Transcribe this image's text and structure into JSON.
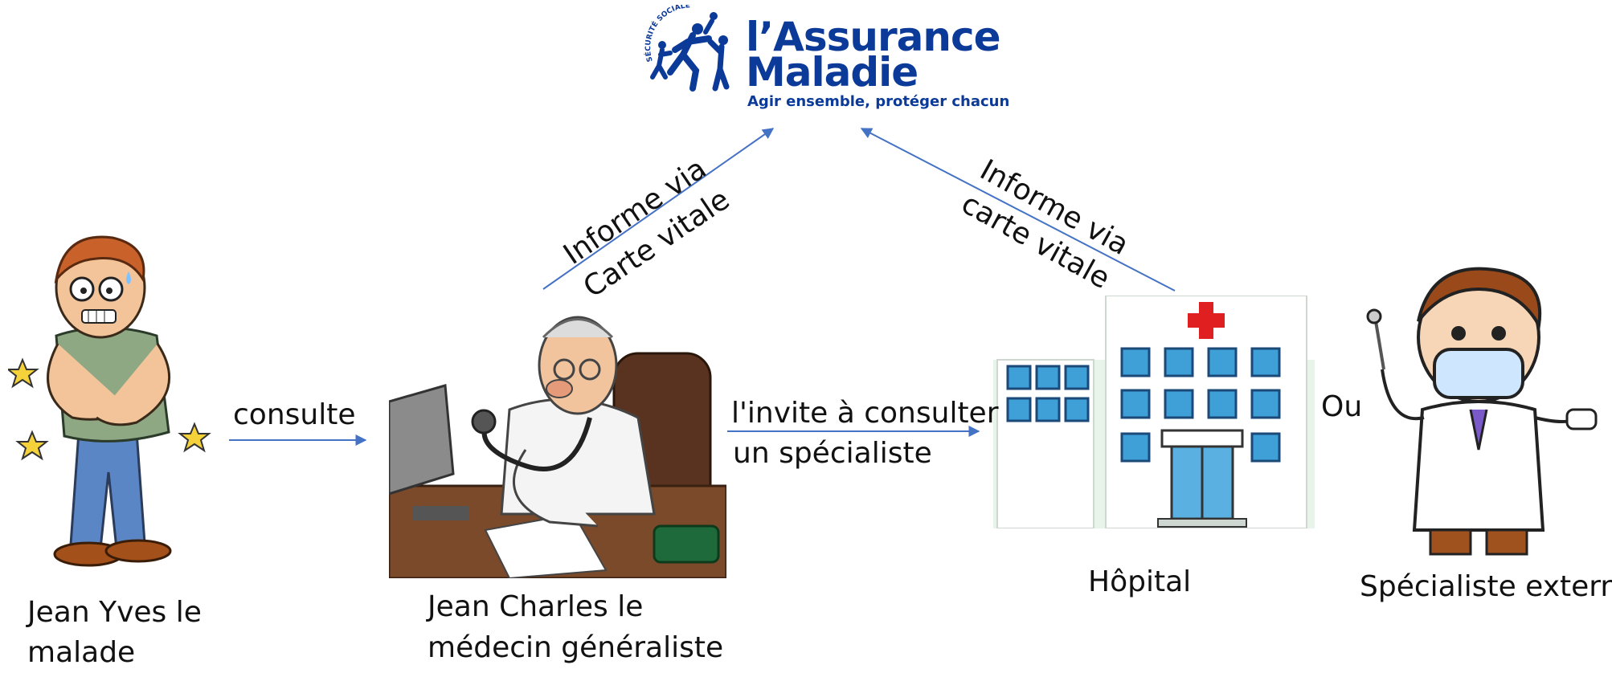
{
  "logo": {
    "line1": "l’Assurance",
    "line2": "Maladie",
    "tagline": "Agir ensemble, protéger chacun",
    "ring_text": "SÉCURITÉ SOCIALE",
    "brand_color": "#0c3a99"
  },
  "nodes": {
    "patient_line1": "Jean Yves le",
    "patient_line2": "malade",
    "doctor_line1": "Jean Charles le",
    "doctor_line2": "médecin généraliste",
    "hospital": "Hôpital",
    "specialist": "Spécialiste externe"
  },
  "edges": {
    "consult": "consulte",
    "invite_line1": "l'invite à consulter",
    "invite_line2": "un spécialiste",
    "or": "Ou",
    "inform_left_line1": "Informe via",
    "inform_left_line2": "Carte vitale",
    "inform_right_line1": "Informe via",
    "inform_right_line2": "carte vitale"
  },
  "colors": {
    "arrow": "#4472c4",
    "cross": "#e02020",
    "hospital_window": "#3fa0d8"
  }
}
